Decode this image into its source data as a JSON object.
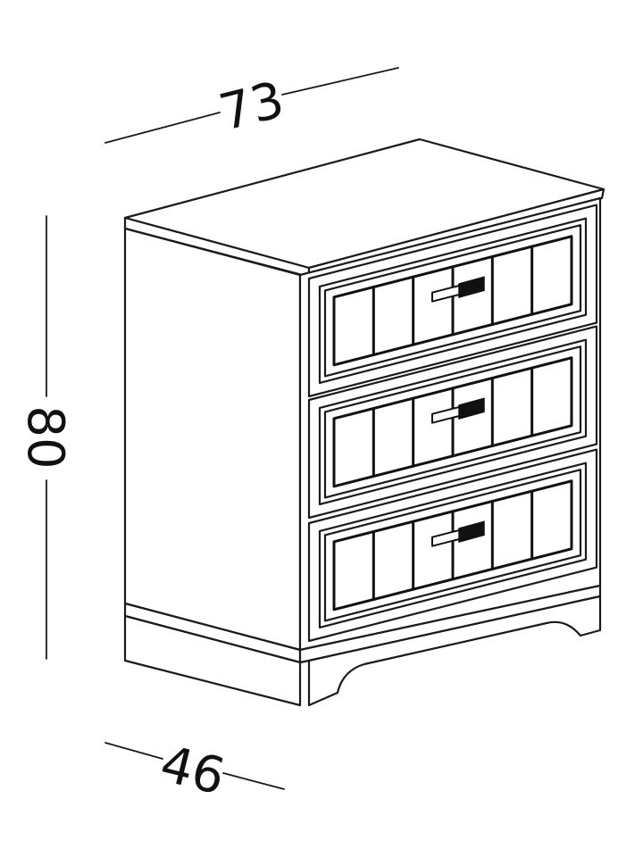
{
  "dimensions": {
    "width": "73",
    "height": "80",
    "depth": "46"
  },
  "colors": {
    "line": "#1a1a1a",
    "background": "#ffffff"
  },
  "drawers": [
    {
      "index": 1,
      "panels": 6
    },
    {
      "index": 2,
      "panels": 6
    },
    {
      "index": 3,
      "panels": 6
    }
  ]
}
